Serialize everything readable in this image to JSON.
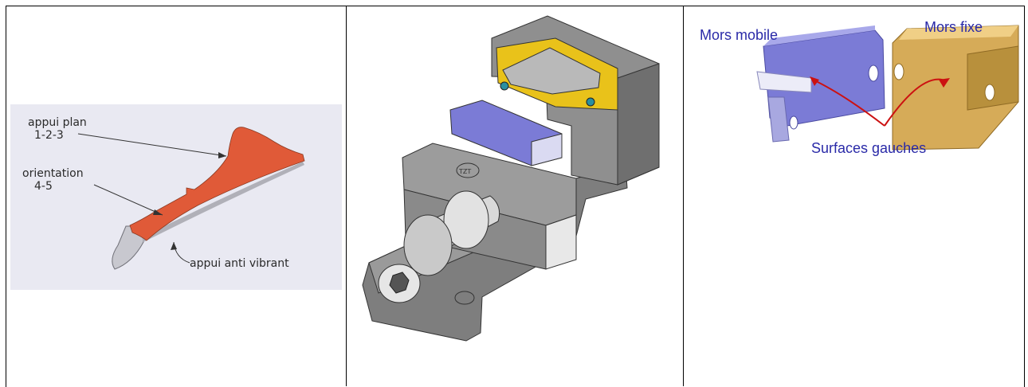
{
  "panel1": {
    "label_plane": "appui plan",
    "label_plane_points": "1-2-3",
    "label_orient": "orientation",
    "label_orient_points": "4-5",
    "label_antivib": "appui anti vibrant"
  },
  "panel2": {
    "logo_text": "TZT"
  },
  "panel3": {
    "label_mobile": "Mors mobile",
    "label_fixed": "Mors fixe",
    "label_surfaces": "Surfaces gauches"
  },
  "colors": {
    "part_orange": "#e05a38",
    "sketch_bg": "#e9e9f2",
    "vise_gray": "#8c8c8c",
    "jaw_yellow": "#e9c21a",
    "jaw_blue": "#7b7bd6",
    "bronze": "#d6ab58",
    "label_blue": "#2a2aa8",
    "arrow_red": "#cc1111"
  }
}
